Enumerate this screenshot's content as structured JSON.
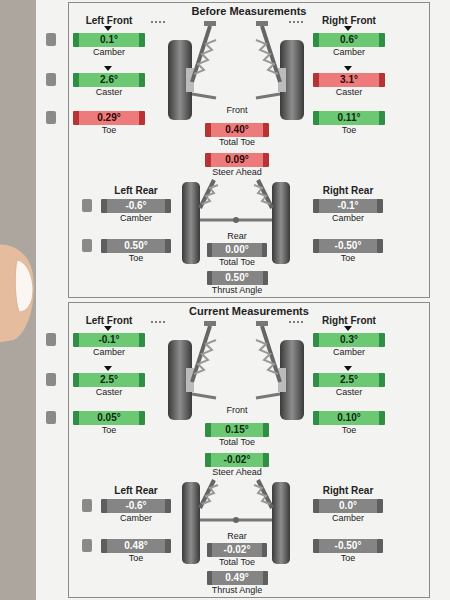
{
  "diagram": {
    "nodes": [
      {
        "text": [
          "Before Measurements"
        ]
      },
      {
        "text": [
          "0.1°",
          "Camber"
        ],
        "in": 0
      },
      {
        "text": [
          "0.6°",
          "Camber"
        ],
        "in": 0
      },
      {
        "text": [
          "2.6°",
          "Caster"
        ],
        "in": 0
      },
      {
        "text": [
          "3.1°",
          "Caster"
        ],
        "in": 0
      },
      {
        "text": [
          "0.29°",
          "Toe"
        ],
        "in": 0
      },
      {
        "text": [
          "0.11°",
          "Toe"
        ],
        "in": 0
      },
      {
        "text": [
          "0.40°",
          "Total Toe"
        ],
        "in": 0
      },
      {
        "text": [
          "0.09°",
          "Steer Ahead"
        ],
        "in": 0
      },
      {
        "text": [
          "-0.6°",
          "Camber"
        ],
        "in": 0
      },
      {
        "text": [
          "-0.1°",
          "Camber"
        ],
        "in": 0
      },
      {
        "text": [
          "0.50°",
          "Toe"
        ],
        "in": 0
      },
      {
        "text": [
          "-0.50°",
          "Toe"
        ],
        "in": 0
      },
      {
        "text": [
          "0.00°",
          "Total Toe"
        ],
        "in": 0
      },
      {
        "text": [
          "0.50°",
          "Thrust Angle"
        ],
        "in": 0
      },
      {
        "text": [
          "Current Measurements"
        ]
      },
      {
        "text": [
          "-0.1°",
          "Camber"
        ],
        "in": 15
      },
      {
        "text": [
          "0.3°",
          "Camber"
        ],
        "in": 15
      },
      {
        "text": [
          "2.5°",
          "Caster"
        ],
        "in": 15
      },
      {
        "text": [
          "2.5°",
          "Caster"
        ],
        "in": 15
      },
      {
        "text": [
          "0.05°",
          "Toe"
        ],
        "in": 15
      },
      {
        "text": [
          "0.10°",
          "Toe"
        ],
        "in": 15
      },
      {
        "text": [
          "0.15°",
          "Total Toe"
        ],
        "in": 15
      },
      {
        "text": [
          "-0.02°",
          "Steer Ahead"
        ],
        "in": 15
      },
      {
        "text": [
          "-0.6°",
          "Camber"
        ],
        "in": 15
      },
      {
        "text": [
          "0.0°",
          "Camber"
        ],
        "in": 15
      },
      {
        "text": [
          "0.48°",
          "Toe"
        ],
        "in": 15
      },
      {
        "text": [
          "-0.50°",
          "Toe"
        ],
        "in": 15
      },
      {
        "text": [
          "-0.02°",
          "Total Toe"
        ],
        "in": 15
      },
      {
        "text": [
          "0.49°",
          "Thrust Angle"
        ],
        "in": 15
      }
    ],
    "labels": [
      "Left Front",
      "Right Front",
      "Front",
      "Left Rear",
      "Right Rear",
      "Rear",
      "Left Front",
      "Right Front",
      "Front",
      "Left Rear",
      "Right Rear",
      "Rear"
    ]
  }
}
